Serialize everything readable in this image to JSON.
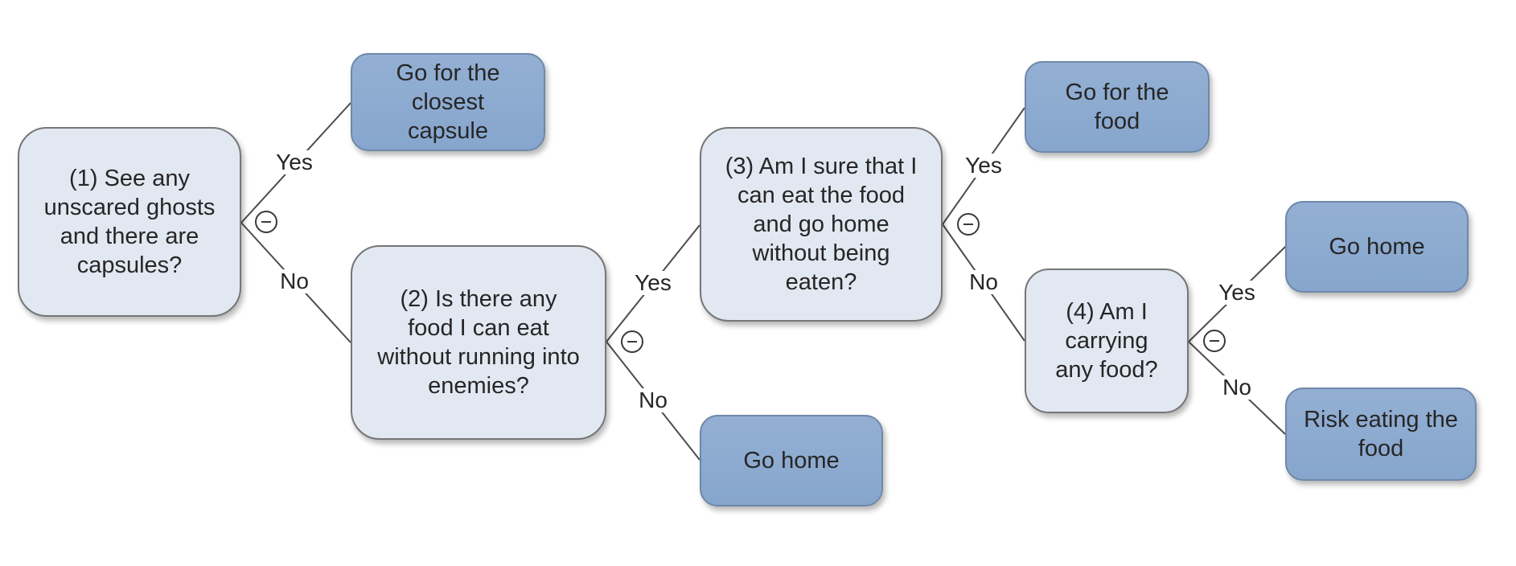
{
  "nodes": {
    "q1": "(1) See any\nunscared ghosts\nand there are\ncapsules?",
    "q2": "(2) Is there any\nfood I can eat\nwithout running into\nenemies?",
    "q3": "(3) Am I sure that I\ncan eat the food\nand go home\nwithout being\neaten?",
    "q4": "(4) Am I\ncarrying\nany food?",
    "a_capsule": "Go for the\nclosest\ncapsule",
    "a_food": "Go for the\nfood",
    "a_home_1": "Go home",
    "a_home_2": "Go home",
    "a_risk": "Risk eating the\nfood"
  },
  "edges": {
    "q1_yes": "Yes",
    "q1_no": "No",
    "q2_yes": "Yes",
    "q2_no": "No",
    "q3_yes": "Yes",
    "q3_no": "No",
    "q4_yes": "Yes",
    "q4_no": "No"
  },
  "colors": {
    "decision_fill": "#e2e8f2",
    "action_fill": "#8eaad0",
    "connector": "#4d4d4d"
  },
  "icons": {
    "collapse": "collapse-minus-icon"
  }
}
